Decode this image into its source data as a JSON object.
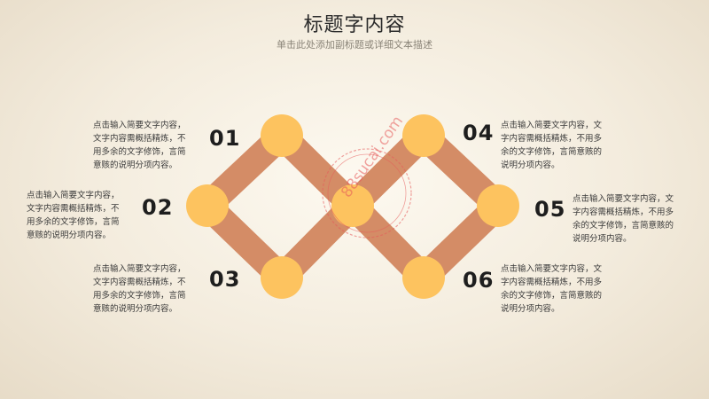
{
  "header": {
    "title": "标题字内容",
    "subtitle": "单击此处添加副标题或详细文本描述"
  },
  "items": [
    {
      "num": "01",
      "text": "点击输入简要文字内容，文字内容需概括精炼，不用多余的文字修饰，言简意赅的说明分项内容。"
    },
    {
      "num": "02",
      "text": "点击输入简要文字内容，文字内容需概括精炼，不用多余的文字修饰，言简意赅的说明分项内容。"
    },
    {
      "num": "03",
      "text": "点击输入简要文字内容，文字内容需概括精炼，不用多余的文字修饰，言简意赅的说明分项内容。"
    },
    {
      "num": "04",
      "text": "点击输入简要文字内容，文字内容需概括精炼，不用多余的文字修饰，言简意赅的说明分项内容。"
    },
    {
      "num": "05",
      "text": "点击输入简要文字内容，文字内容需概括精炼，不用多余的文字修饰，言简意赅的说明分项内容。"
    },
    {
      "num": "06",
      "text": "点击输入简要文字内容，文字内容需概括精炼，不用多余的文字修饰，言简意赅的说明分项内容。"
    }
  ],
  "watermark": "88sucai.com",
  "colors": {
    "connector": "#d48c66",
    "node": "#fdc35f",
    "background": "#f2eadb",
    "watermark": "#e65a5a"
  }
}
